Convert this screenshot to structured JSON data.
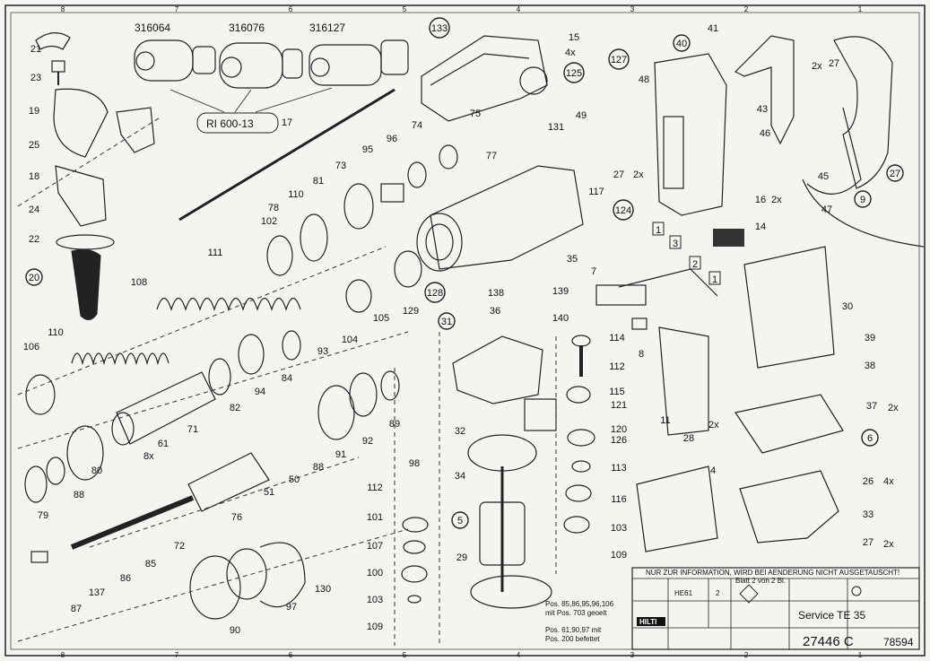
{
  "brand": "HILTI",
  "header_note": "NUR ZUR INFORMATION, WIRD BEI AENDERUNG NICHT AUSGETAUSCHT!",
  "product": "Service TE 35",
  "drawing_number": "27446 C",
  "doc_number": "78594",
  "chuck_labels": [
    "316064",
    "316076",
    "316127"
  ],
  "chuck_group_label": "RI 600-13",
  "quantities": [
    "4x",
    "2x",
    "2x",
    "2x",
    "2x",
    "8x",
    "2x",
    "4x",
    "2x"
  ],
  "notes": [
    "Pos. 85,86,95,96,106",
    "mit Pos. 703 geoelt",
    "Pos. 61,90,97 mit",
    "Pos. 200 befettet"
  ],
  "title_block": {
    "cols": [
      "HE61",
      "2",
      "2"
    ],
    "sheet": "Blatt 2 von 2 Bl."
  },
  "grid_cols": [
    "8",
    "7",
    "6",
    "5",
    "4",
    "3",
    "2",
    "1"
  ],
  "parts": [
    {
      "n": "21",
      "c": "plain"
    },
    {
      "n": "23",
      "c": "plain"
    },
    {
      "n": "19",
      "c": "plain"
    },
    {
      "n": "25",
      "c": "plain"
    },
    {
      "n": "18",
      "c": "plain"
    },
    {
      "n": "24",
      "c": "plain"
    },
    {
      "n": "22",
      "c": "plain"
    },
    {
      "n": "20",
      "c": "circle"
    },
    {
      "n": "17",
      "c": "plain"
    },
    {
      "n": "133",
      "c": "circle"
    },
    {
      "n": "15",
      "c": "plain"
    },
    {
      "n": "125",
      "c": "circle"
    },
    {
      "n": "127",
      "c": "circle"
    },
    {
      "n": "48",
      "c": "plain"
    },
    {
      "n": "40",
      "c": "circle"
    },
    {
      "n": "41",
      "c": "plain"
    },
    {
      "n": "43",
      "c": "plain"
    },
    {
      "n": "27",
      "c": "plain"
    },
    {
      "n": "27",
      "c": "circle"
    },
    {
      "n": "111",
      "c": "plain"
    },
    {
      "n": "108",
      "c": "plain"
    },
    {
      "n": "102",
      "c": "plain"
    },
    {
      "n": "78",
      "c": "plain"
    },
    {
      "n": "110",
      "c": "plain"
    },
    {
      "n": "81",
      "c": "plain"
    },
    {
      "n": "73",
      "c": "plain"
    },
    {
      "n": "95",
      "c": "plain"
    },
    {
      "n": "96",
      "c": "plain"
    },
    {
      "n": "74",
      "c": "plain"
    },
    {
      "n": "75",
      "c": "plain"
    },
    {
      "n": "77",
      "c": "plain"
    },
    {
      "n": "131",
      "c": "plain"
    },
    {
      "n": "49",
      "c": "plain"
    },
    {
      "n": "27",
      "c": "plain"
    },
    {
      "n": "46",
      "c": "plain"
    },
    {
      "n": "45",
      "c": "plain"
    },
    {
      "n": "9",
      "c": "circle"
    },
    {
      "n": "47",
      "c": "plain"
    },
    {
      "n": "16",
      "c": "plain"
    },
    {
      "n": "14",
      "c": "plain"
    },
    {
      "n": "117",
      "c": "plain"
    },
    {
      "n": "124",
      "c": "circle"
    },
    {
      "n": "35",
      "c": "plain"
    },
    {
      "n": "7",
      "c": "plain"
    },
    {
      "n": "1",
      "c": "box"
    },
    {
      "n": "3",
      "c": "box"
    },
    {
      "n": "2",
      "c": "box"
    },
    {
      "n": "1",
      "c": "box"
    },
    {
      "n": "30",
      "c": "plain"
    },
    {
      "n": "106",
      "c": "plain"
    },
    {
      "n": "110",
      "c": "plain"
    },
    {
      "n": "105",
      "c": "plain"
    },
    {
      "n": "104",
      "c": "plain"
    },
    {
      "n": "129",
      "c": "plain"
    },
    {
      "n": "128",
      "c": "circle"
    },
    {
      "n": "138",
      "c": "plain"
    },
    {
      "n": "139",
      "c": "plain"
    },
    {
      "n": "140",
      "c": "plain"
    },
    {
      "n": "8",
      "c": "plain"
    },
    {
      "n": "93",
      "c": "plain"
    },
    {
      "n": "84",
      "c": "plain"
    },
    {
      "n": "94",
      "c": "plain"
    },
    {
      "n": "82",
      "c": "plain"
    },
    {
      "n": "71",
      "c": "plain"
    },
    {
      "n": "61",
      "c": "plain"
    },
    {
      "n": "80",
      "c": "plain"
    },
    {
      "n": "88",
      "c": "plain"
    },
    {
      "n": "79",
      "c": "plain"
    },
    {
      "n": "89",
      "c": "plain"
    },
    {
      "n": "92",
      "c": "plain"
    },
    {
      "n": "91",
      "c": "plain"
    },
    {
      "n": "88",
      "c": "plain"
    },
    {
      "n": "50",
      "c": "plain"
    },
    {
      "n": "51",
      "c": "plain"
    },
    {
      "n": "76",
      "c": "plain"
    },
    {
      "n": "72",
      "c": "plain"
    },
    {
      "n": "85",
      "c": "plain"
    },
    {
      "n": "86",
      "c": "plain"
    },
    {
      "n": "137",
      "c": "plain"
    },
    {
      "n": "87",
      "c": "plain"
    },
    {
      "n": "90",
      "c": "plain"
    },
    {
      "n": "97",
      "c": "plain"
    },
    {
      "n": "130",
      "c": "plain"
    },
    {
      "n": "31",
      "c": "circle"
    },
    {
      "n": "36",
      "c": "plain"
    },
    {
      "n": "32",
      "c": "plain"
    },
    {
      "n": "34",
      "c": "plain"
    },
    {
      "n": "5",
      "c": "circle"
    },
    {
      "n": "29",
      "c": "plain"
    },
    {
      "n": "98",
      "c": "plain"
    },
    {
      "n": "112",
      "c": "plain"
    },
    {
      "n": "101",
      "c": "plain"
    },
    {
      "n": "107",
      "c": "plain"
    },
    {
      "n": "100",
      "c": "plain"
    },
    {
      "n": "103",
      "c": "plain"
    },
    {
      "n": "109",
      "c": "plain"
    },
    {
      "n": "114",
      "c": "plain"
    },
    {
      "n": "112",
      "c": "plain"
    },
    {
      "n": "115",
      "c": "plain"
    },
    {
      "n": "121",
      "c": "plain"
    },
    {
      "n": "120",
      "c": "plain"
    },
    {
      "n": "126",
      "c": "plain"
    },
    {
      "n": "113",
      "c": "plain"
    },
    {
      "n": "116",
      "c": "plain"
    },
    {
      "n": "103",
      "c": "plain"
    },
    {
      "n": "109",
      "c": "plain"
    },
    {
      "n": "11",
      "c": "plain"
    },
    {
      "n": "28",
      "c": "plain"
    },
    {
      "n": "4",
      "c": "plain"
    },
    {
      "n": "39",
      "c": "plain"
    },
    {
      "n": "38",
      "c": "plain"
    },
    {
      "n": "37",
      "c": "plain"
    },
    {
      "n": "6",
      "c": "circle"
    },
    {
      "n": "26",
      "c": "plain"
    },
    {
      "n": "33",
      "c": "plain"
    },
    {
      "n": "27",
      "c": "plain"
    }
  ]
}
